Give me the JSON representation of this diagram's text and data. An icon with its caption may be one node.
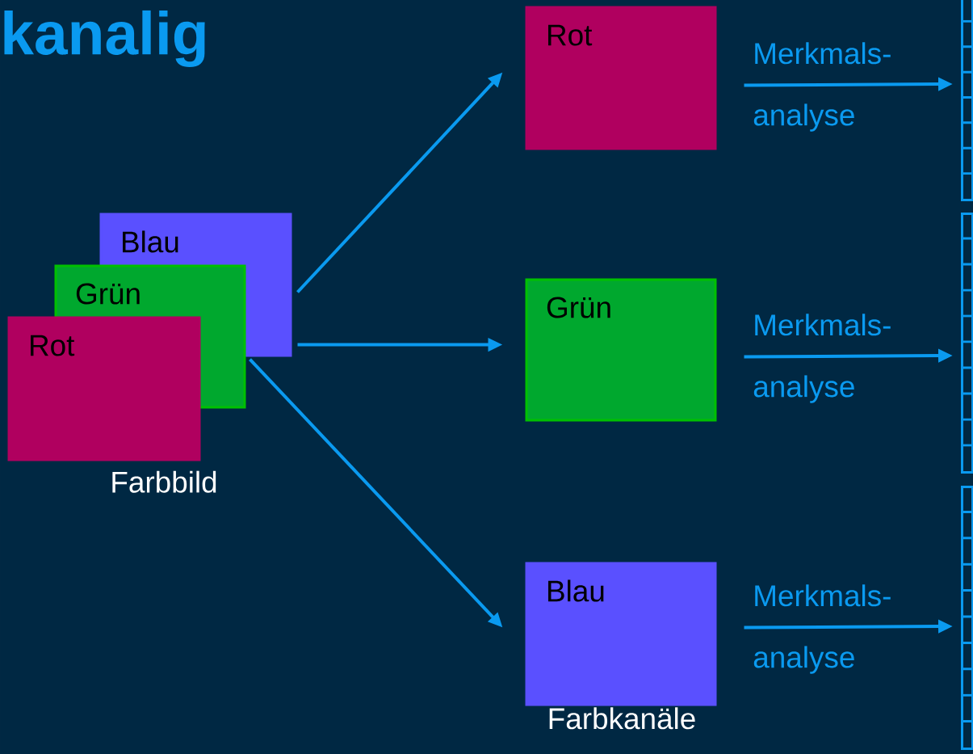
{
  "diagram": {
    "title": "kanalig",
    "nodes": [
      {
        "text": [
          "Blau"
        ]
      },
      {
        "text": [
          "Grün"
        ]
      },
      {
        "text": [
          "Rot"
        ]
      },
      {
        "text": [
          "Rot"
        ]
      },
      {
        "text": [
          "Grün"
        ]
      },
      {
        "text": [
          "Blau"
        ],
        "beside": [
          "Farbkanäle"
        ]
      },
      {
        "text": [],
        "shape": "box"
      },
      {
        "text": [],
        "shape": "box"
      },
      {
        "text": [],
        "shape": "box"
      }
    ],
    "edges": [
      {
        "from": 0,
        "to": 3,
        "arrow": "to"
      },
      {
        "from": 0,
        "to": 4,
        "arrow": "to"
      },
      {
        "from": 1,
        "to": 5,
        "arrow": "to"
      },
      {
        "from": 3,
        "to": 6,
        "arrow": "to",
        "label": "Merkmals- analyse"
      },
      {
        "from": 4,
        "to": 7,
        "arrow": "to",
        "label": "Merkmals- analyse"
      },
      {
        "from": 5,
        "to": 8,
        "arrow": "to",
        "label": "Merkmals- analyse"
      }
    ],
    "labels": [
      "Farbbild"
    ]
  }
}
